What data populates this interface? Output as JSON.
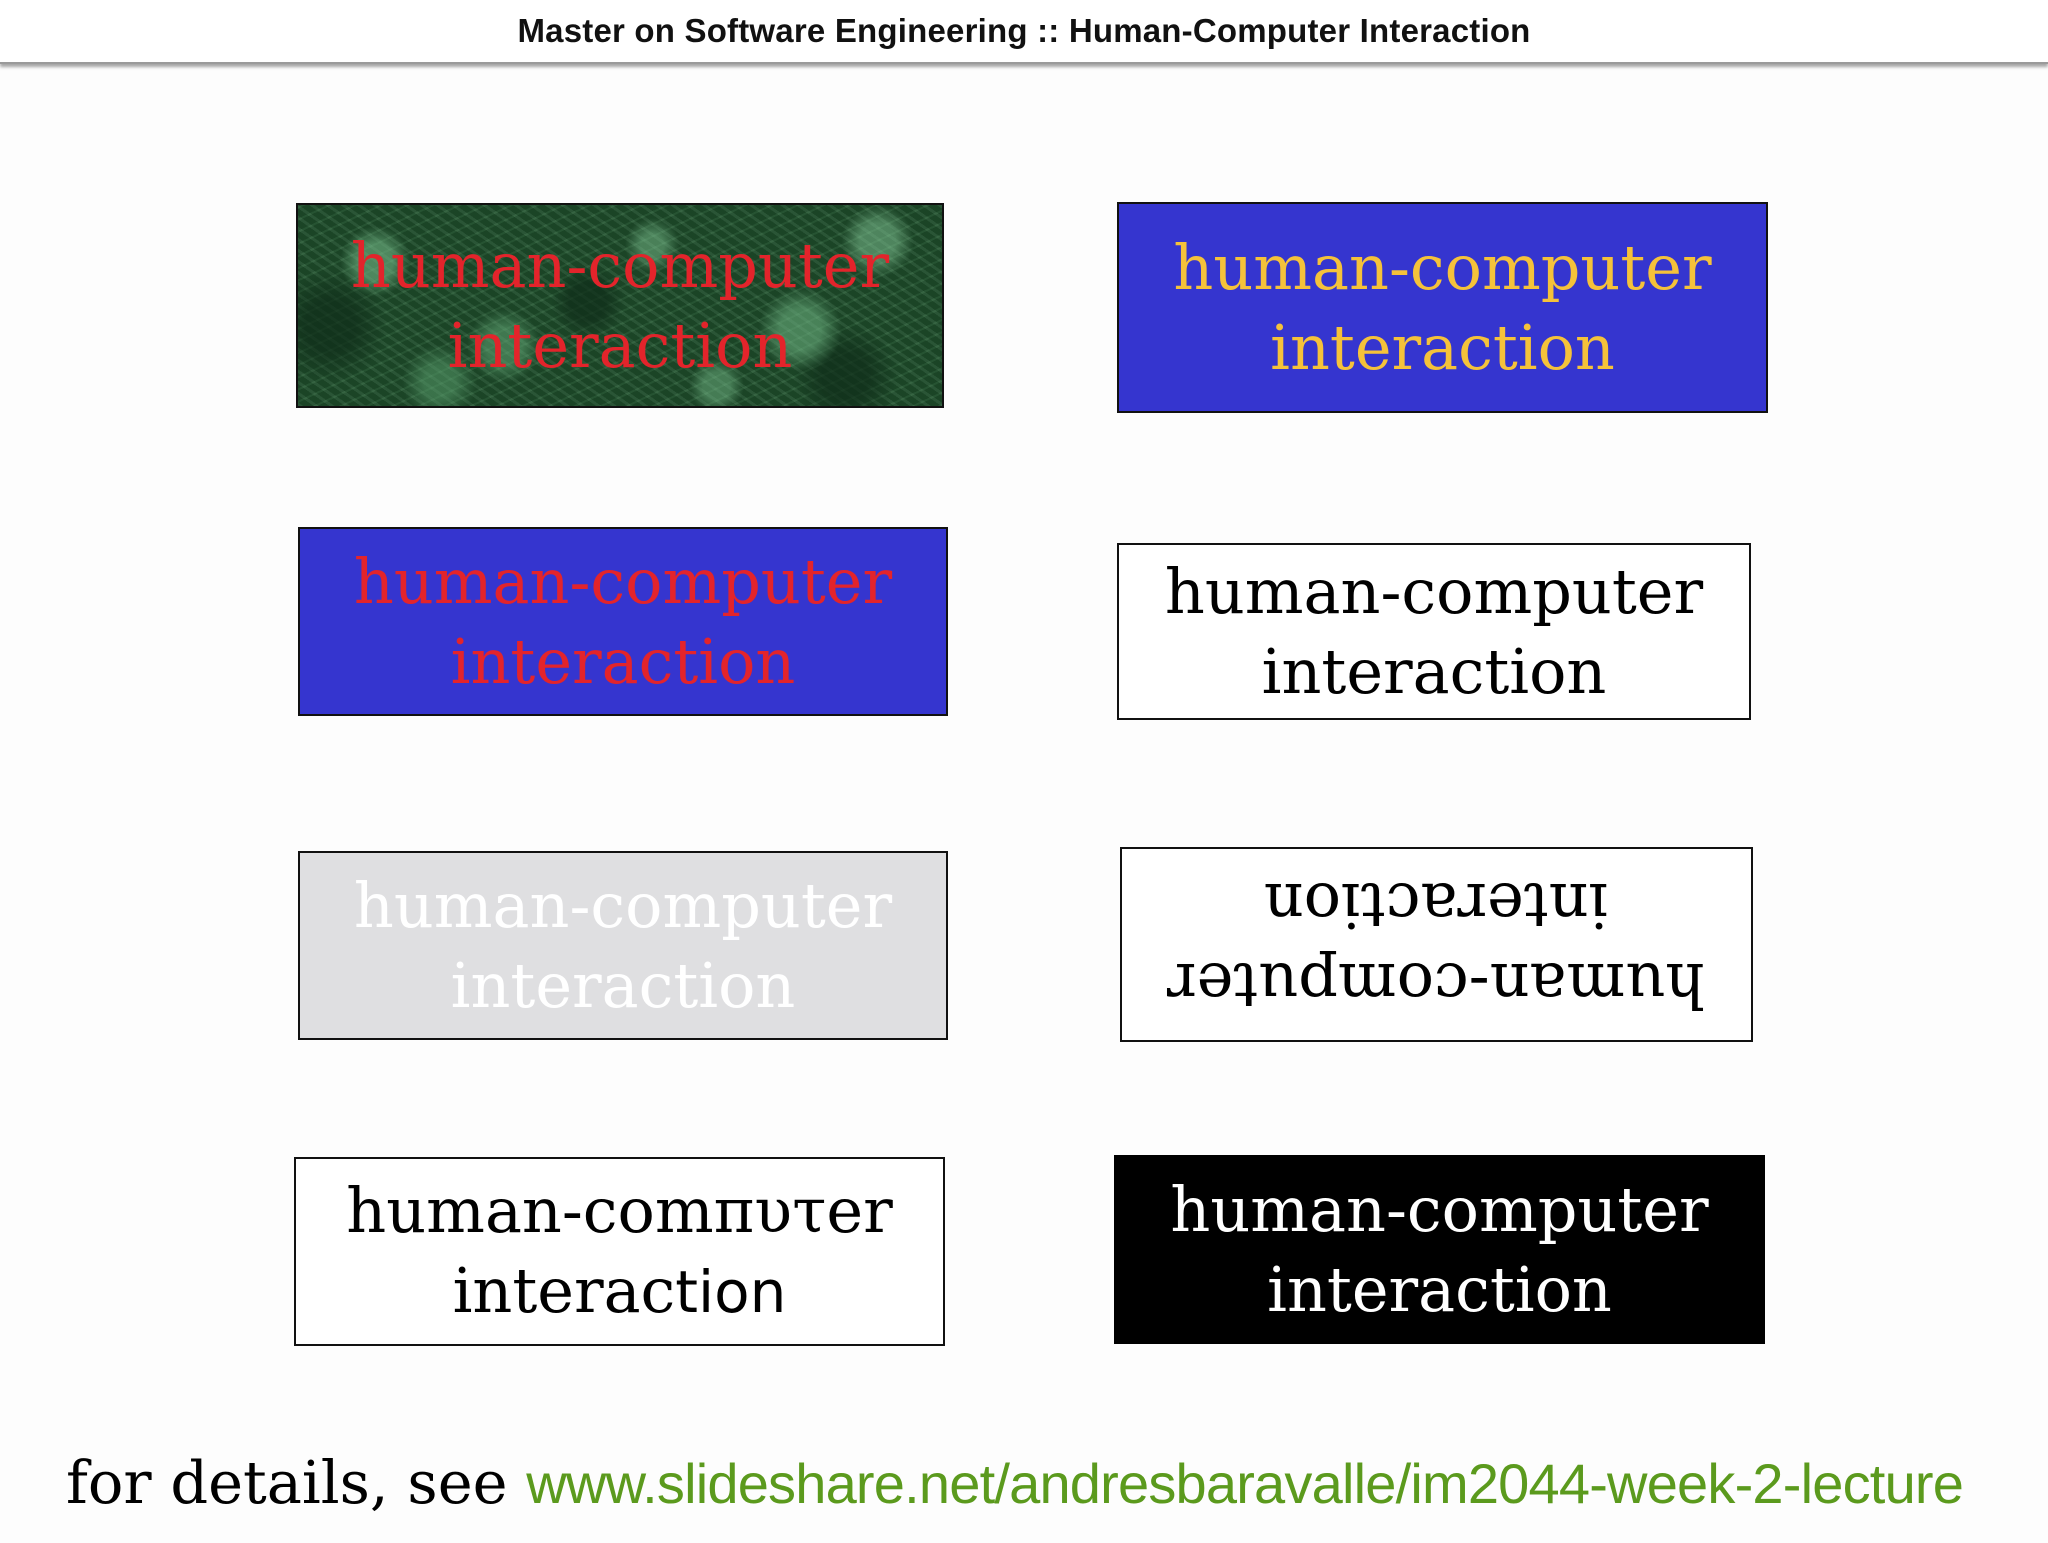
{
  "header": {
    "title": "Master on Software Engineering :: Human-Computer Interaction"
  },
  "boxes": [
    {
      "line1": "human-computer",
      "line2": "interaction",
      "background": "textured green",
      "text_color": "#e3242b"
    },
    {
      "line1": "human-computer",
      "line2": "interaction",
      "background": "#3535cf",
      "text_color": "#f5c23a"
    },
    {
      "line1": "human-computer",
      "line2": "interaction",
      "background": "#3535cf",
      "text_color": "#e3242b"
    },
    {
      "line1": "human-computer",
      "line2": "interaction",
      "background": "#ffffff",
      "text_color": "#000000"
    },
    {
      "line1": "human-computer",
      "line2": "interaction",
      "background": "#dfdfe1",
      "text_color": "#ffffff"
    },
    {
      "line1": "human-computer",
      "line2": "interaction",
      "background": "#ffffff",
      "text_color": "#000000",
      "orientation": "upside-down"
    },
    {
      "line1": "human-comπυτer",
      "line2_part1": "interac",
      "line2_part2": "tion",
      "background": "#ffffff",
      "text_color": "#000000"
    },
    {
      "line1": "human-computer",
      "line2": "interaction",
      "background": "#000000",
      "text_color": "#ffffff"
    }
  ],
  "footer": {
    "prefix": "for details, see ",
    "link_text": "www.slideshare.net/andresbaravalle/im2044-week-2-lecture",
    "link_color": "#5b9a1d"
  }
}
